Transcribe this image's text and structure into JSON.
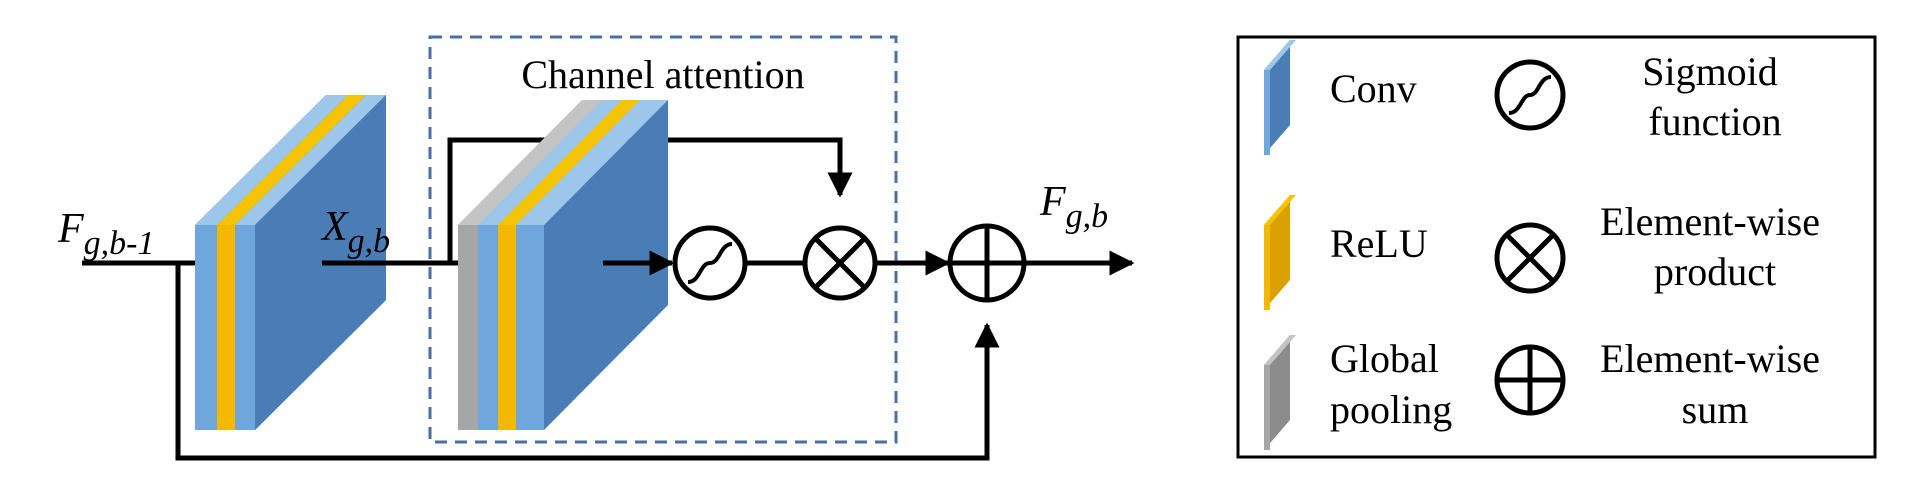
{
  "diagram": {
    "attention_box_title": "Channel attention",
    "input_label": {
      "main": "F",
      "sub": "g,b-1"
    },
    "intermediate_label": {
      "main": "X",
      "sub": "g,b"
    },
    "output_label": {
      "main": "F",
      "sub": "g,b"
    }
  },
  "legend": {
    "items": [
      {
        "label": "Conv",
        "icon": "conv-layer-icon",
        "color": "#4a7db5"
      },
      {
        "label": "ReLU",
        "icon": "relu-layer-icon",
        "color": "#f0b400"
      },
      {
        "label_lines": [
          "Global",
          "pooling"
        ],
        "icon": "global-pooling-layer-icon",
        "color": "#a6a6a6"
      },
      {
        "label_lines": [
          "Sigmoid",
          "function"
        ],
        "icon": "sigmoid-icon"
      },
      {
        "label_lines": [
          "Element-wise",
          "product"
        ],
        "icon": "element-wise-product-icon"
      },
      {
        "label_lines": [
          "Element-wise",
          "sum"
        ],
        "icon": "element-wise-sum-icon"
      }
    ]
  },
  "colors": {
    "conv_front": "#4a7db5",
    "conv_side": "#6fa7dd",
    "relu": "#f5b800",
    "pooling": "#a6a6a6",
    "dash_box": "#4a6fa5"
  }
}
